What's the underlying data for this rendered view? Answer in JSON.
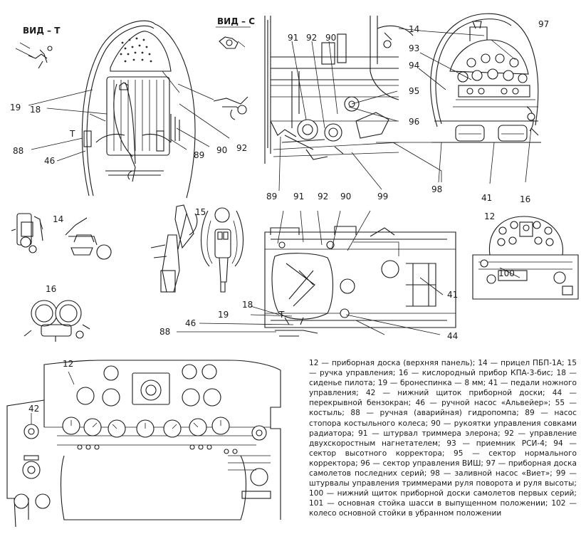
{
  "view_labels": {
    "view_t": "ВИД – Т",
    "view_c": "ВИД – С"
  },
  "callouts": {
    "c12_top": "12",
    "c12_big": "12",
    "c14_top": "14",
    "c14_left": "14",
    "c15": "15",
    "c16_left": "16",
    "c16_right": "16",
    "c18_a": "18",
    "c18_b": "18",
    "c19_a": "19",
    "c19_b": "19",
    "c41_a": "41",
    "c41_b": "41",
    "c42": "42",
    "c44": "44",
    "c46_a": "46",
    "c46_b": "46",
    "c88_a": "88",
    "c88_b": "88",
    "c89_a": "89",
    "c89_b": "89",
    "c90_a": "90",
    "c90_b": "90",
    "c90_c": "90",
    "c91_a": "91",
    "c91_b": "91",
    "c92_a": "92",
    "c92_b": "92",
    "c92_c": "92",
    "c93": "93",
    "c94": "94",
    "c95": "95",
    "c96": "96",
    "c97": "97",
    "c98": "98",
    "c99": "99",
    "c100": "100",
    "mark_t1": "T",
    "mark_t2": "T"
  },
  "legend": [
    "12 — приборная доска (верхняя панель); ",
    "14 — прицел ПБП-1А; ",
    "15 — ручка управления; ",
    "16 — кислородный прибор КПА-3-бис; ",
    "18 — сиденье пилота; ",
    "19 — бронеспинка — 8 мм; ",
    "41 — педали ножного управления; ",
    "42 — нижний щиток приборной доски; ",
    "44 — перекрывной бензокран; ",
    "46 — ручной насос «Альвейер»; ",
    "55 — костыль; ",
    "88 — ручная (аварийная) гидропомпа; ",
    "89 — насос стопора костыльного колеса; ",
    "90 — рукоятки управления совками радиатора; ",
    "91 — штурвал триммера элерона; ",
    "92 — управление двухскоростным нагнетателем; ",
    "93 — приемник РСИ-4; ",
    "94 — сектор высотного корректора; ",
    "95 — сектор нормального корректора; ",
    "96 — сектор управления ВИШ; ",
    "97 — приборная доска самолетов последних серий; ",
    "98 — заливной насос «Виет»; ",
    "99 — штурвалы управления триммерами руля поворота и руля высоты; ",
    "100 — нижний щиток приборной доски самолетов первых серий; ",
    "101 — основная стойка шасси в выпущенном положении; ",
    "102 — колесо основной стойки в убранном положении"
  ]
}
